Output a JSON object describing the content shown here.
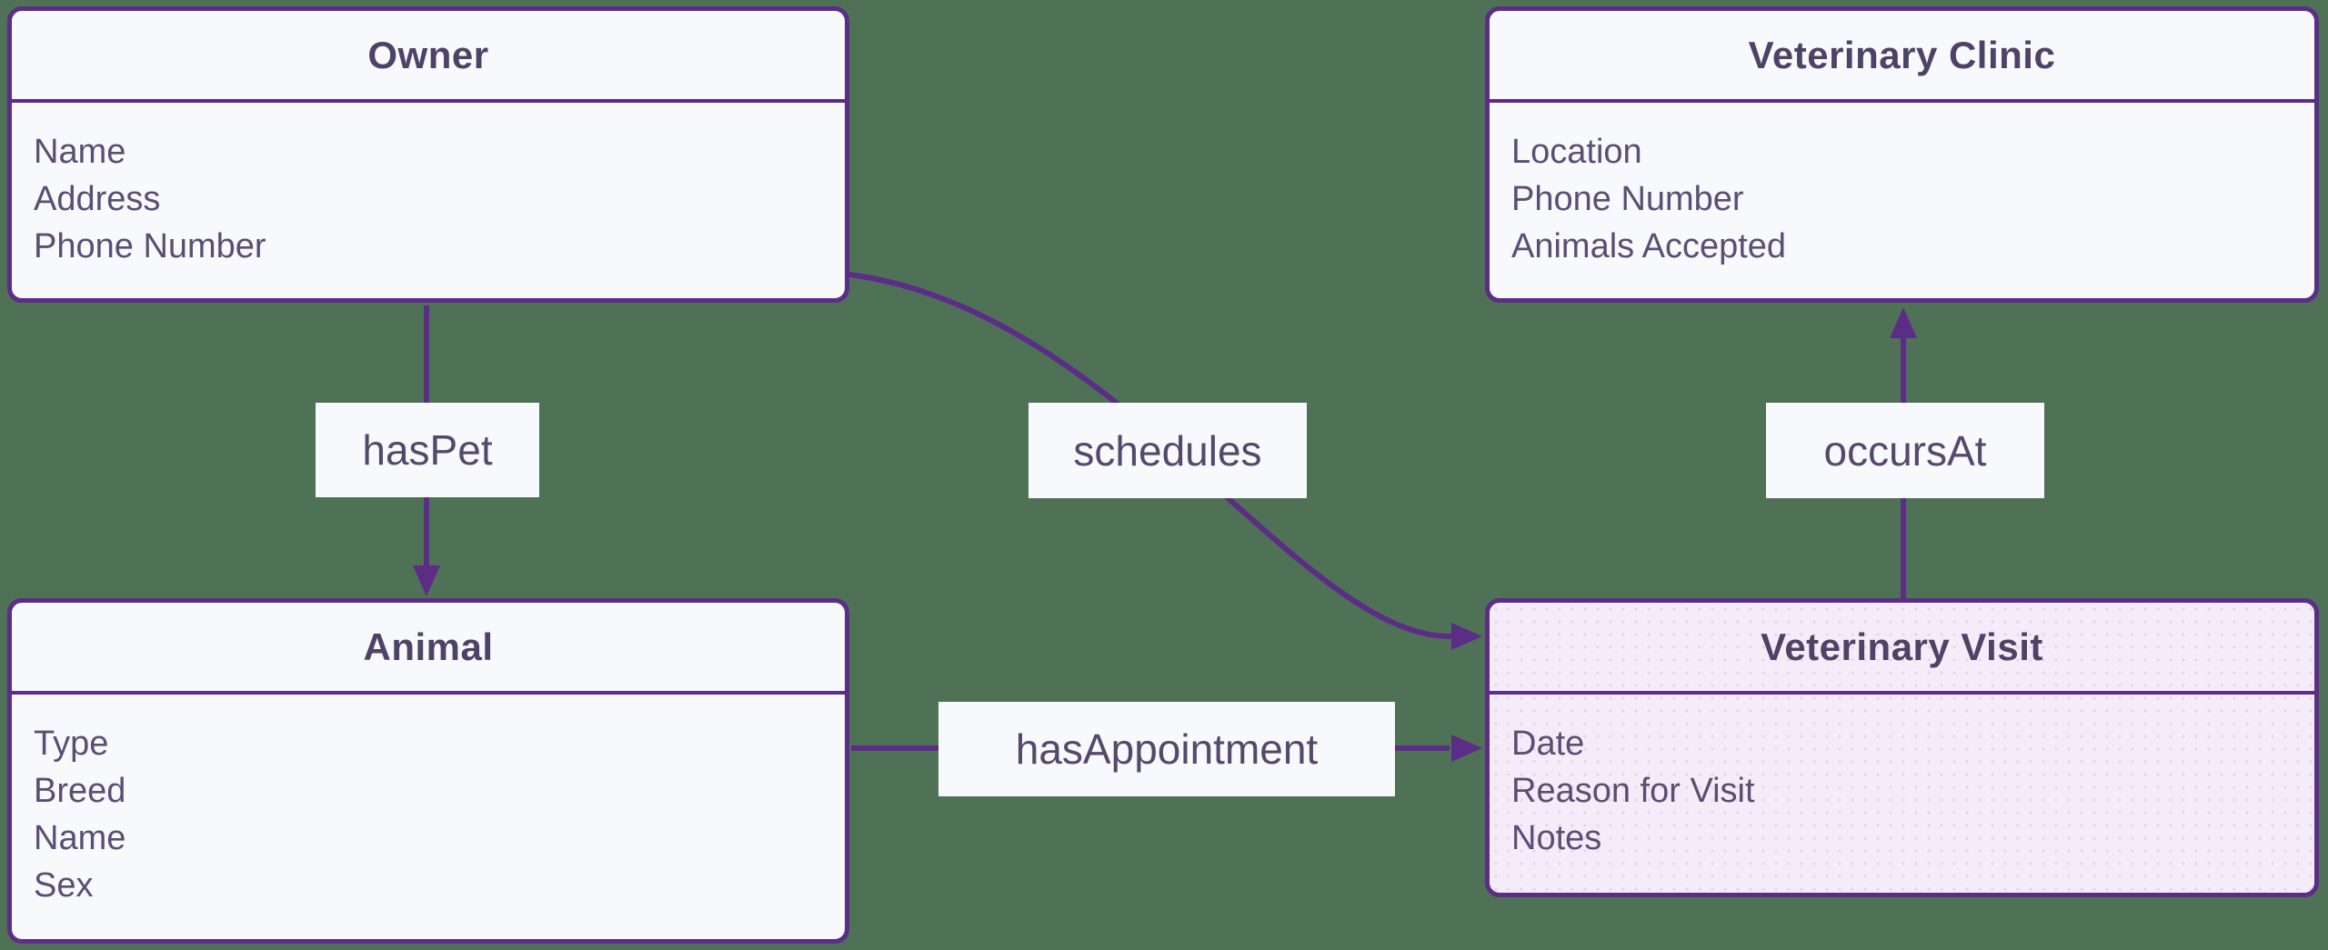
{
  "diagram": {
    "type": "entity-relationship",
    "background_color": "#4F7156",
    "accent_color": "#5B2D87",
    "highlight_fill_color": "#F5ECF9",
    "box_fill_color": "#F8F9FC",
    "entities": [
      {
        "id": "owner",
        "title": "Owner",
        "attributes": [
          "Name",
          "Address",
          "Phone Number"
        ],
        "highlighted": false
      },
      {
        "id": "veterinary-clinic",
        "title": "Veterinary Clinic",
        "attributes": [
          "Location",
          "Phone Number",
          "Animals Accepted"
        ],
        "highlighted": false
      },
      {
        "id": "animal",
        "title": "Animal",
        "attributes": [
          "Type",
          "Breed",
          "Name",
          "Sex"
        ],
        "highlighted": false
      },
      {
        "id": "veterinary-visit",
        "title": "Veterinary Visit",
        "attributes": [
          "Date",
          "Reason for Visit",
          "Notes"
        ],
        "highlighted": true
      }
    ],
    "relationships": [
      {
        "label": "hasPet",
        "from": "owner",
        "to": "animal"
      },
      {
        "label": "schedules",
        "from": "owner",
        "to": "veterinary-visit"
      },
      {
        "label": "hasAppointment",
        "from": "animal",
        "to": "veterinary-visit"
      },
      {
        "label": "occursAt",
        "from": "veterinary-visit",
        "to": "veterinary-clinic"
      }
    ]
  }
}
